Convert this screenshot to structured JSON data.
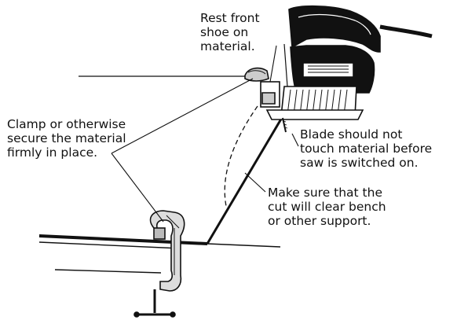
{
  "callouts": {
    "rest_front_shoe": [
      "Rest front",
      "shoe on",
      "material."
    ],
    "clamp_material": [
      "Clamp or otherwise",
      "secure the material",
      "firmly in place."
    ],
    "blade_clearance": [
      "Blade should not",
      "touch material before",
      "saw is switched on."
    ],
    "cut_clearance": [
      "Make sure that the",
      "cut will clear bench",
      "or other support."
    ]
  },
  "illustration": {
    "subject": "jigsaw-on-workpiece",
    "tools": [
      "jigsaw",
      "c-clamp"
    ],
    "ink_color": "#111111",
    "background_color": "#ffffff"
  }
}
